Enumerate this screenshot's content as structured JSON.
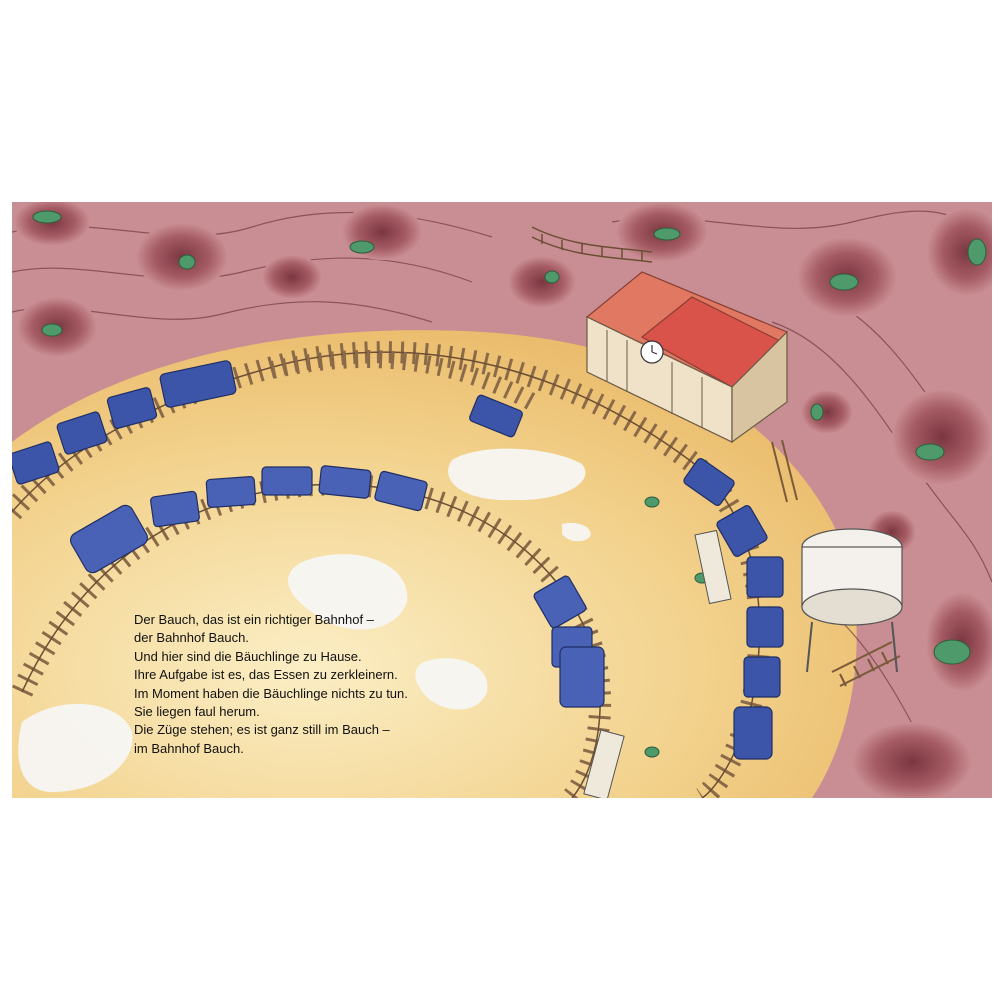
{
  "page": {
    "background": "#ffffff"
  },
  "illustration": {
    "palette": {
      "cave_wall": "#c98e93",
      "cave_dark": "#8c4a52",
      "ground": "#f2d18b",
      "ground_light": "#fbeec5",
      "train_blue": "#3d55a8",
      "rail": "#6b4e33",
      "roof_red": "#d9534a",
      "creature_green": "#4f9a6a"
    },
    "icons": [
      "train-icon",
      "station-building-icon",
      "clock-icon",
      "water-tank-icon",
      "creature-icon",
      "rope-bridge-icon",
      "ladder-icon"
    ]
  },
  "story": {
    "lines": [
      "Der Bauch, das ist ein richtiger Bahnhof –",
      "der Bahnhof Bauch.",
      "Und hier sind die Bäuchlinge zu Hause.",
      "Ihre Aufgabe ist es, das Essen zu zerkleinern.",
      "Im Moment haben die Bäuchlinge nichts zu tun.",
      "Sie liegen faul herum.",
      "Die Züge stehen; es ist ganz still im Bauch –",
      "im Bahnhof Bauch."
    ]
  }
}
